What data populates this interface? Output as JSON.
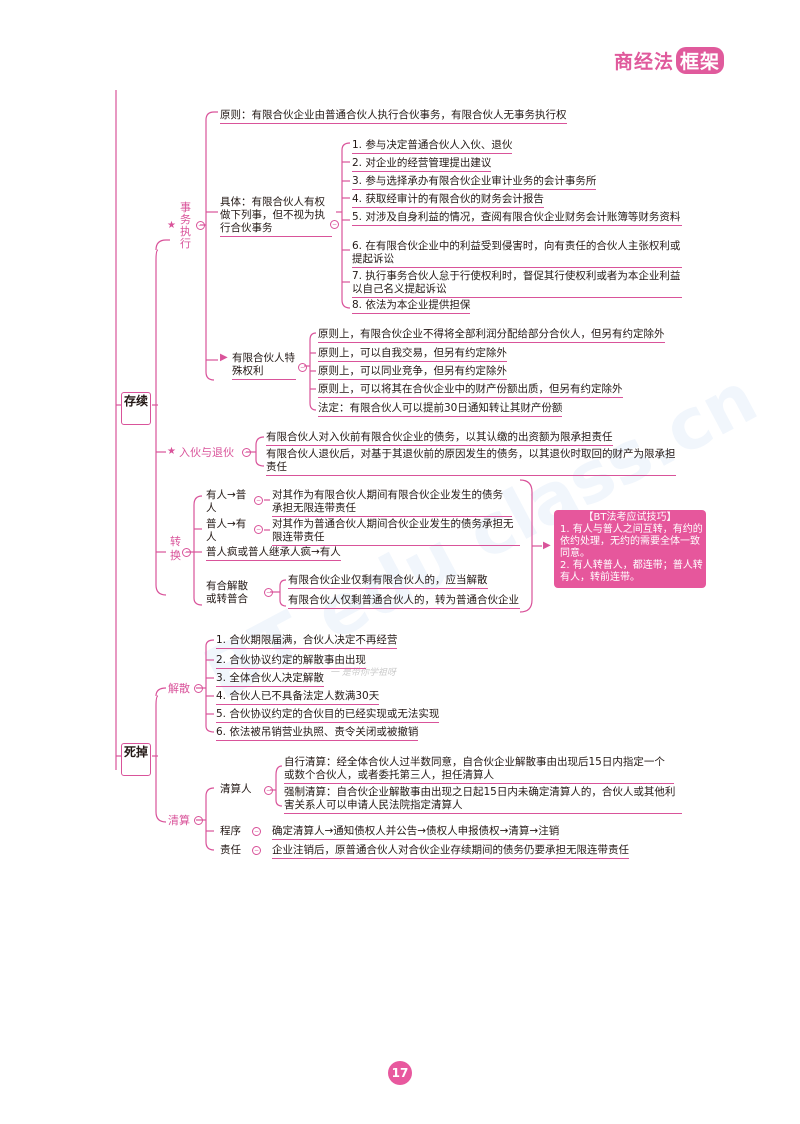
{
  "header": {
    "title": "商经法",
    "title_badge": "框架"
  },
  "page_number": "17",
  "watermark": "BT edu class.cn",
  "watermark_small": "一 是带你学祖呀",
  "colors": {
    "accent": "#d9539a",
    "tip_bg": "#e6579c",
    "text": "#231815"
  },
  "sections": {
    "cunxu": "存续",
    "siwang": "死掉"
  },
  "shiwu": {
    "label": "事务执行",
    "yuanze": "原则：有限合伙企业由普通合伙人执行合伙事务，有限合伙人无事务执行权",
    "juti_label": "具体：有限合伙人有权做下列事，但不视为执行合伙事务",
    "juti_items": [
      "1. 参与决定普通合伙人入伙、退伙",
      "2. 对企业的经营管理提出建议",
      "3. 参与选择承办有限合伙企业审计业务的会计事务所",
      "4. 获取经审计的有限合伙的财务会计报告",
      "5. 对涉及自身利益的情况，查阅有限合伙企业财务会计账簿等财务资料",
      "6. 在有限合伙企业中的利益受到侵害时，向有责任的合伙人主张权利或提起诉讼",
      "7. 执行事务合伙人怠于行使权利时，督促其行使权利或者为本企业利益以自己名义提起诉讼",
      "8. 依法为本企业提供担保"
    ],
    "teshu_label": "有限合伙人特殊权利",
    "teshu_items": [
      "原则上，有限合伙企业不得将全部利润分配给部分合伙人，但另有约定除外",
      "原则上，可以自我交易，但另有约定除外",
      "原则上，可以同业竞争，但另有约定除外",
      "原则上，可以将其在合伙企业中的财产份额出质，但另有约定除外",
      "法定：有限合伙人可以提前30日通知转让其财产份额"
    ]
  },
  "ruhuo": {
    "label": "入伙与退伙",
    "items": [
      "有限合伙人对入伙前有限合伙企业的债务，以其认缴的出资额为限承担责任",
      "有限合伙人退伙后，对基于其退伙前的原因发生的债务，以其退伙时取回的财产为限承担责任"
    ]
  },
  "zhuanhuan": {
    "label": "转换",
    "you_to_pu_label": "有人→普人",
    "you_to_pu_text": "对其作为有限合伙人期间有限合伙企业发生的债务承担无限连带责任",
    "pu_to_you_label": "普人→有人",
    "pu_to_you_text": "对其作为普通合伙人期间合伙企业发生的债务承担无限连带责任",
    "jicheng": "普人疯或普人继承人疯→有人",
    "jiesan_label": "有合解散或转普合",
    "jiesan_items": [
      "有限合伙企业仅剩有限合伙人的，应当解散",
      "有限合伙人仅剩普通合伙人的，转为普通合伙企业"
    ],
    "tip_title": "【BT法考应试技巧】",
    "tip_lines": [
      "1. 有人与普人之间互转，有约的依约处理，无约的需要全体一致同意。",
      "2. 有人转普人，都连带；普人转有人，转前连带。"
    ]
  },
  "jiesan": {
    "label": "解散",
    "items": [
      "1. 合伙期限届满，合伙人决定不再经营",
      "2. 合伙协议约定的解散事由出现",
      "3. 全体合伙人决定解散",
      "4. 合伙人已不具备法定人数满30天",
      "5. 合伙协议约定的合伙目的已经实现或无法实现",
      "6. 依法被吊销营业执照、责令关闭或被撤销"
    ]
  },
  "qingsuan": {
    "label": "清算",
    "qsr_label": "清算人",
    "zixing": "自行清算：经全体合伙人过半数同意，自合伙企业解散事由出现后15日内指定一个或数个合伙人，或者委托第三人，担任清算人",
    "qiangzhi": "强制清算：自合伙企业解散事由出现之日起15日内未确定清算人的，合伙人或其他利害关系人可以申请人民法院指定清算人",
    "chengxu_label": "程序",
    "chengxu": "确定清算人→通知债权人并公告→债权人申报债权→清算→注销",
    "zeren_label": "责任",
    "zeren": "企业注销后，原普通合伙人对合伙企业存续期间的债务仍要承担无限连带责任"
  }
}
